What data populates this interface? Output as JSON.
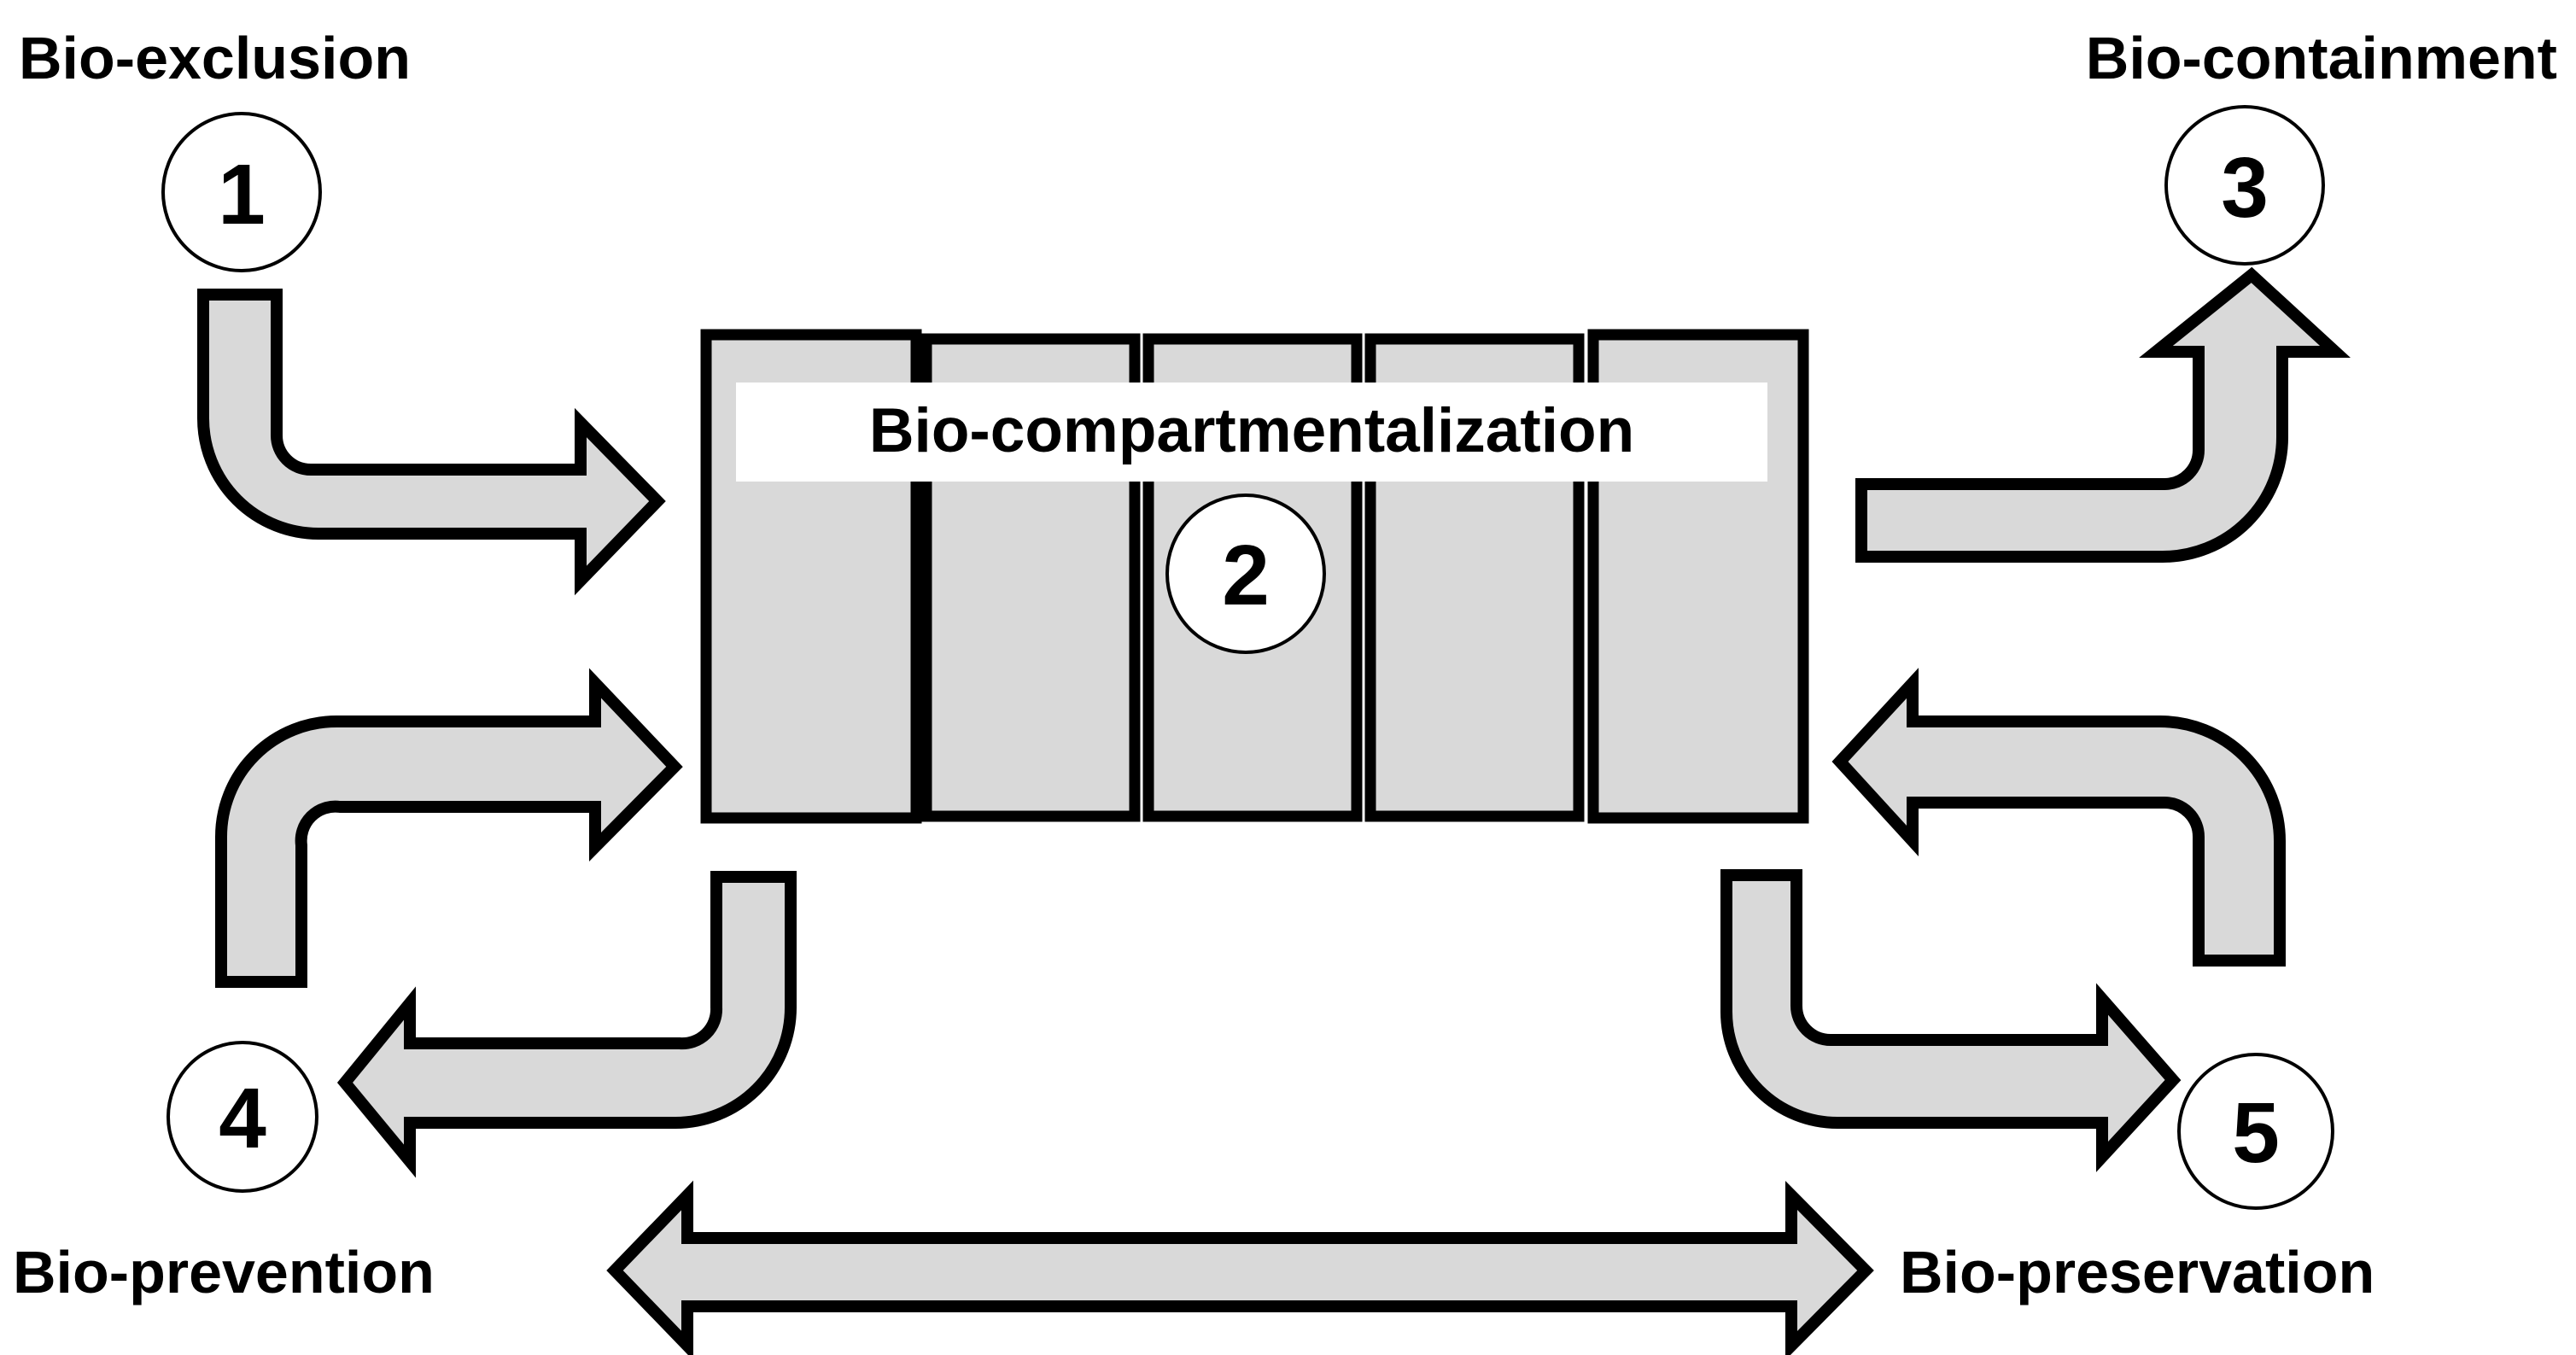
{
  "labels": {
    "bio_exclusion": "Bio-exclusion",
    "bio_containment": "Bio-containment",
    "bio_compartmentalization": "Bio-compartmentalization",
    "bio_prevention": "Bio-prevention",
    "bio_preservation": "Bio-preservation"
  },
  "markers": {
    "one": "1",
    "two": "2",
    "three": "3",
    "four": "4",
    "five": "5"
  },
  "colors": {
    "fill": "#d9d9d9",
    "stroke": "#000000",
    "background": "#ffffff"
  }
}
